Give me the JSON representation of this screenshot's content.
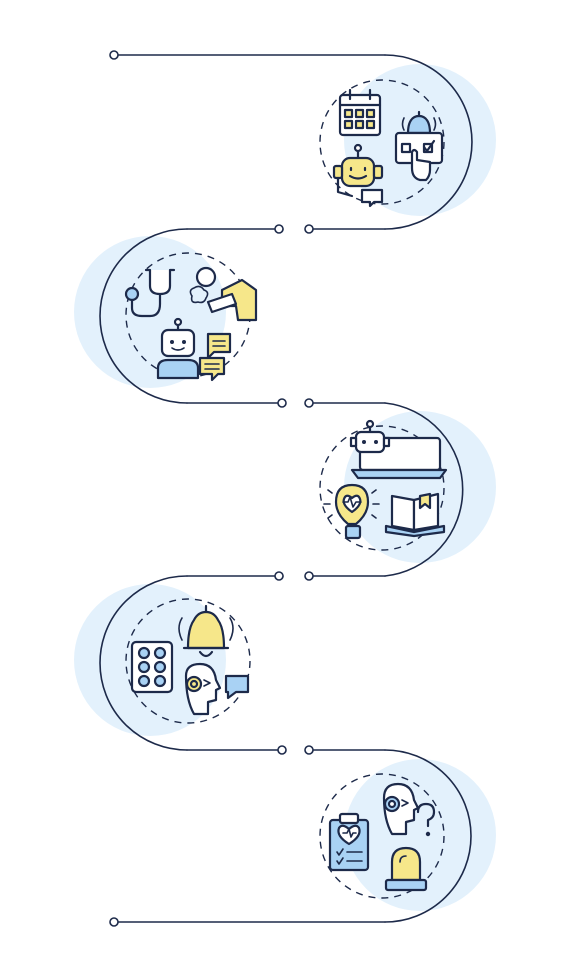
{
  "diagram": {
    "kind": "vertical zigzag timeline with five icon circles",
    "colors": {
      "line": "#1d2a4a",
      "circle_background": "#e3f1fc",
      "accent_yellow": "#f6e78a",
      "accent_blue": "#a9d2f4"
    },
    "steps": [
      {
        "side": "right",
        "icons": [
          "calendar-icon",
          "alarm-bell-icon",
          "touch-checklist-icon",
          "chatbot-icon"
        ]
      },
      {
        "side": "left",
        "icons": [
          "stethoscope-icon",
          "coughing-person-icon",
          "robot-assistant-icon",
          "chat-bubbles-icon"
        ]
      },
      {
        "side": "right",
        "icons": [
          "robot-laptop-icon",
          "health-lightbulb-icon",
          "open-book-icon"
        ]
      },
      {
        "side": "left",
        "icons": [
          "bell-icon",
          "pill-blister-icon",
          "ai-head-icon",
          "message-icon"
        ]
      },
      {
        "side": "right",
        "icons": [
          "medical-clipboard-icon",
          "confused-ai-head-icon",
          "question-mark-icon",
          "emergency-siren-icon"
        ]
      }
    ]
  }
}
